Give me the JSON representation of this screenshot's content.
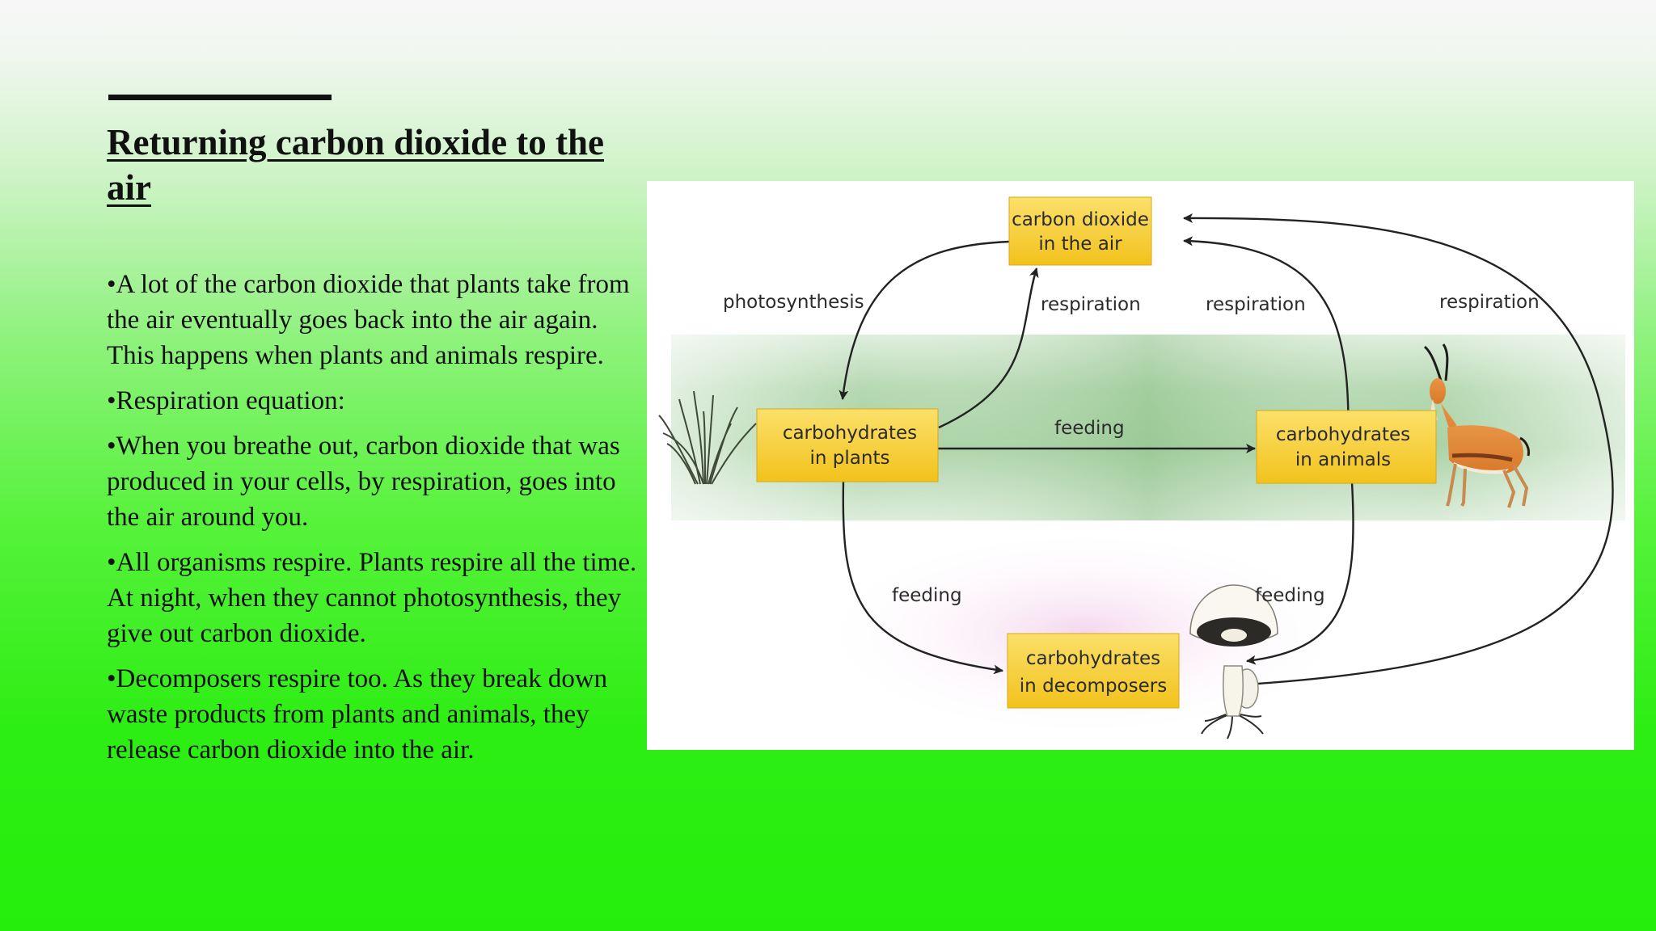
{
  "slide": {
    "title": "Returning carbon dioxide to the air",
    "bullets": [
      "•A lot of the carbon dioxide that plants take from the air eventually goes back into the air again. This happens when plants and animals respire.",
      "•Respiration equation:",
      "•When you breathe out, carbon dioxide that was produced in your cells, by respiration, goes into the air around you.",
      "•All organisms respire. Plants respire all the time. At night, when they cannot photosynthesis, they give out carbon dioxide.",
      "•Decomposers respire too. As they break down waste products from plants and animals, they release carbon dioxide into the air."
    ]
  },
  "diagram": {
    "boxes": {
      "air": [
        "carbon dioxide",
        "in the air"
      ],
      "plants": [
        "carbohydrates",
        "in plants"
      ],
      "animals": [
        "carbohydrates",
        "in animals"
      ],
      "decomposers": [
        "carbohydrates",
        "in decomposers"
      ]
    },
    "labels": {
      "photosynthesis": "photosynthesis",
      "respiration_plants": "respiration",
      "respiration_animals": "respiration",
      "respiration_decomposers": "respiration",
      "feeding_plants_animals": "feeding",
      "feeding_plants_decomposers": "feeding",
      "feeding_animals_decomposers": "feeding"
    },
    "colors": {
      "box_fill": "#f9d23a",
      "arrow": "#222222",
      "band": "#8fc48a"
    }
  }
}
